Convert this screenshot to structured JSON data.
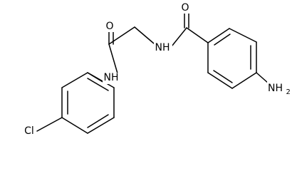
{
  "molecule": {
    "atoms": {
      "o1": {
        "label": "O"
      },
      "o2": {
        "label": "O"
      },
      "nh1": {
        "label": "NH"
      },
      "nh2": {
        "label": "NH"
      },
      "nh2_amine": {
        "label": "NH",
        "sub": "2"
      },
      "cl": {
        "label": "Cl"
      }
    }
  }
}
